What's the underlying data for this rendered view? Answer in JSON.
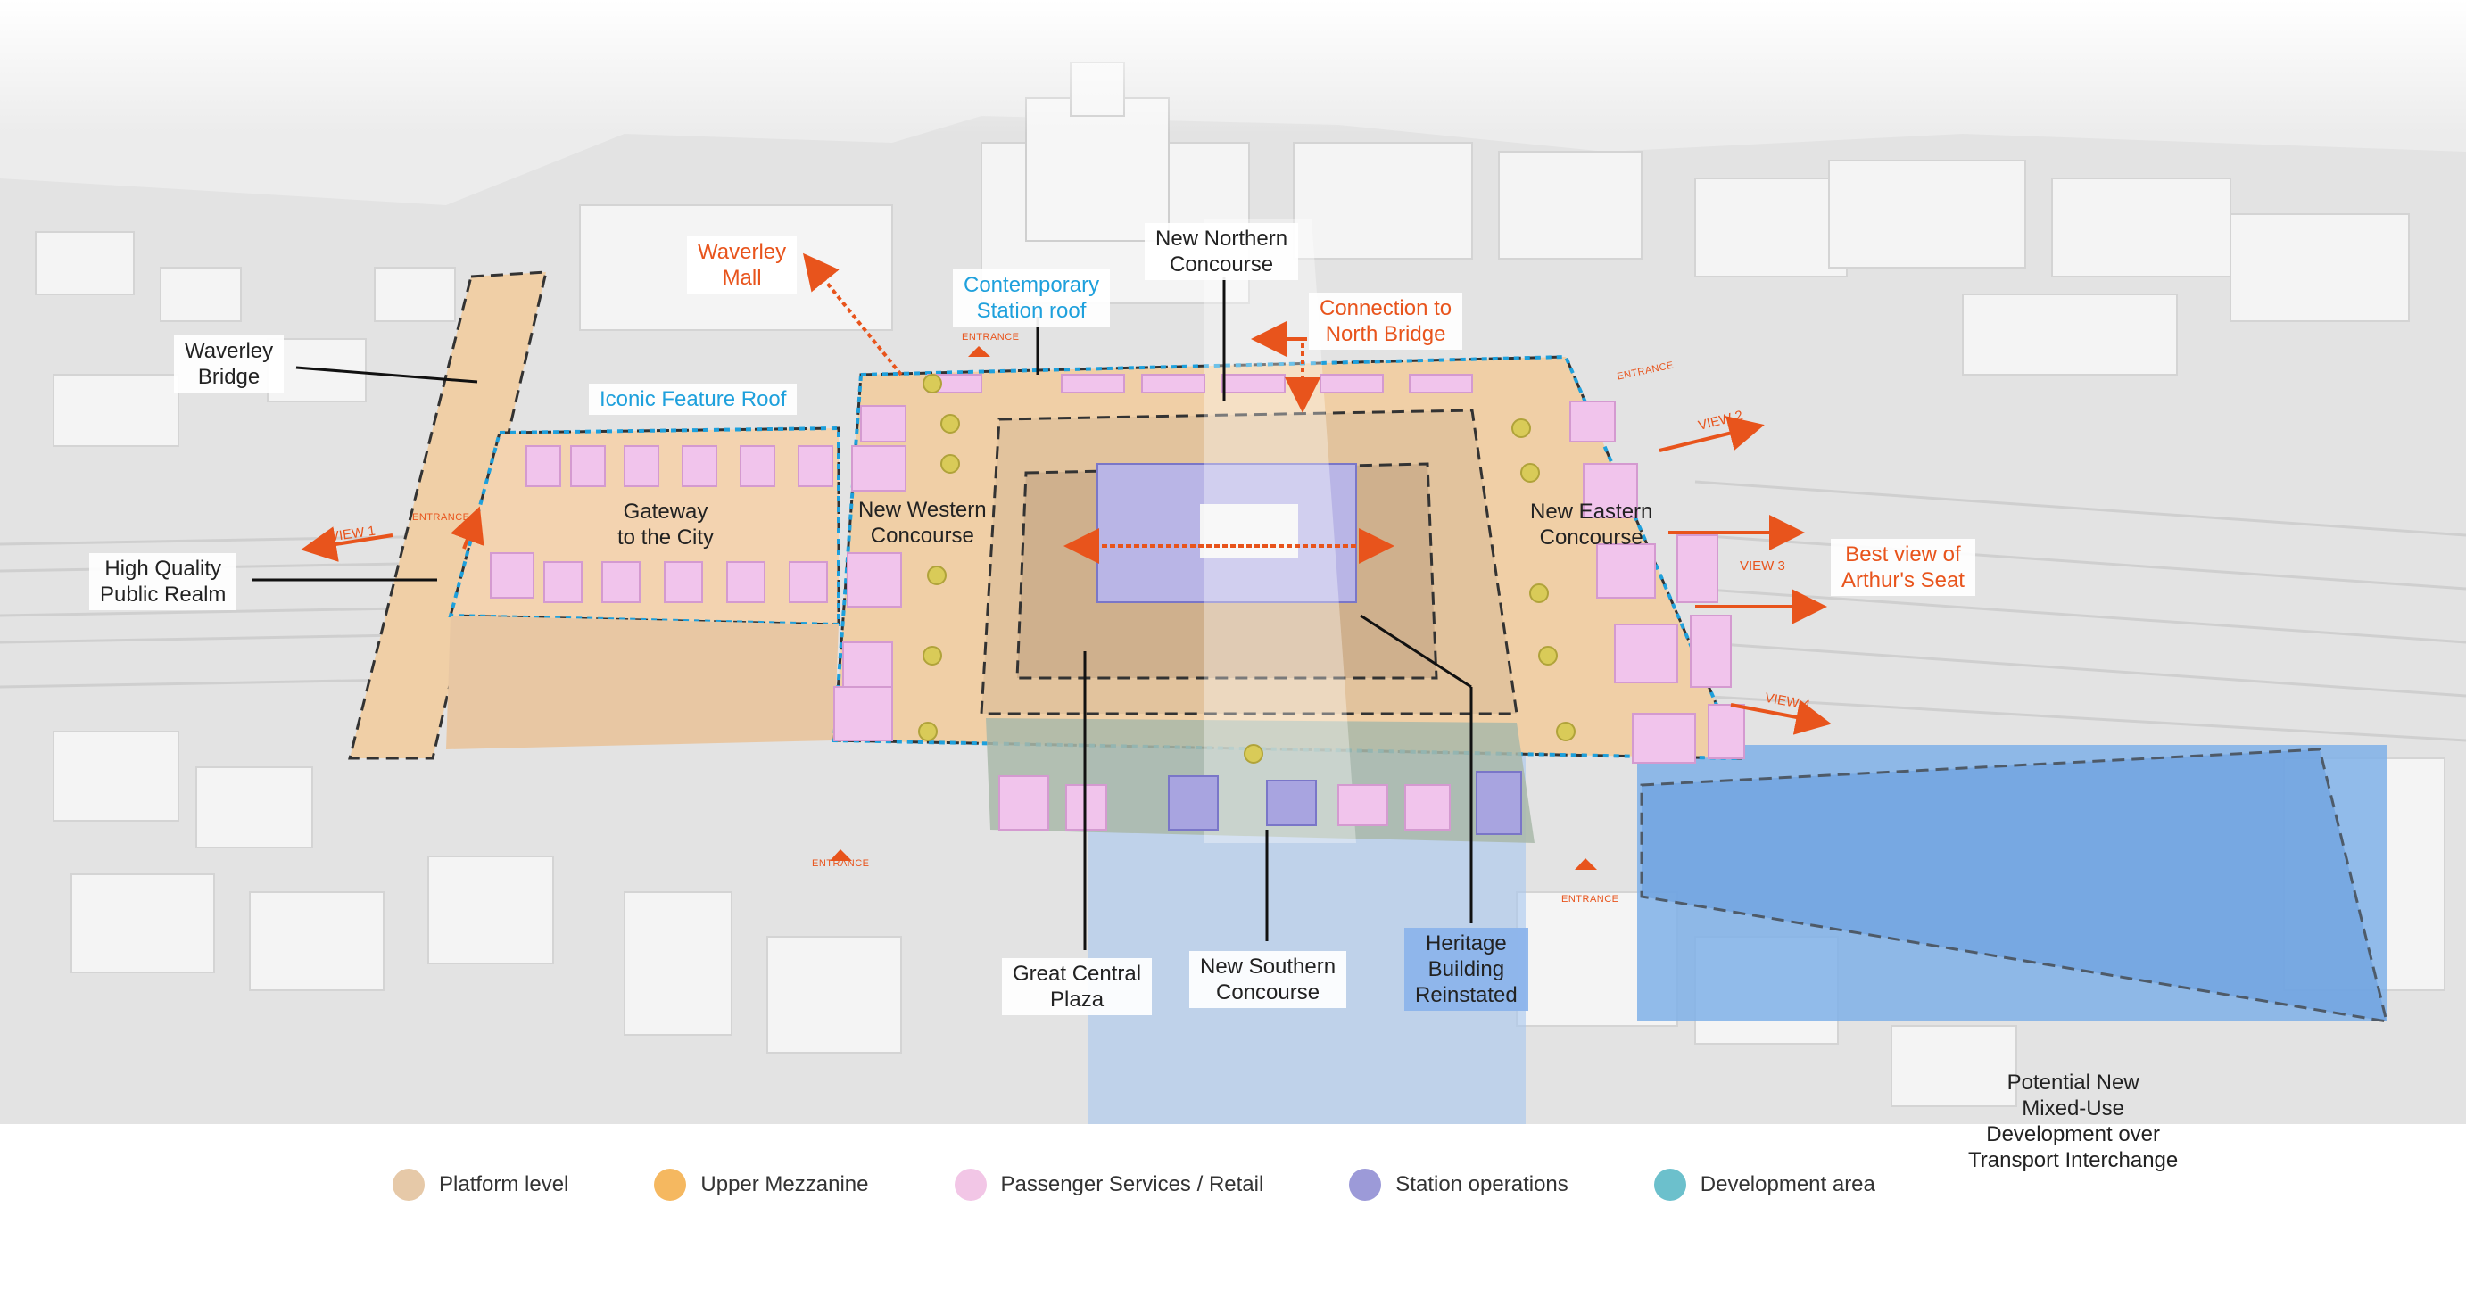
{
  "labels": {
    "waverley_bridge": "Waverley\nBridge",
    "high_quality_public_realm": "High Quality\nPublic Realm",
    "waverley_mall": "Waverley\nMall",
    "contemporary_station_roof": "Contemporary\nStation roof",
    "new_northern_concourse": "New Northern\nConcourse",
    "connection_to_north_bridge": "Connection to\nNorth Bridge",
    "iconic_feature_roof": "Iconic Feature Roof",
    "gateway_to_the_city": "Gateway\nto the City",
    "new_western_concourse": "New Western\nConcourse",
    "new_eastern_concourse": "New Eastern\nConcourse",
    "best_view_of_arthurs_seat": "Best view of\nArthur's Seat",
    "great_central_plaza": "Great Central\nPlaza",
    "new_southern_concourse": "New Southern\nConcourse",
    "heritage_building_reinstated": "Heritage\nBuilding\nReinstated",
    "potential_new_development": "Potential New\nMixed-Use\nDevelopment over\nTransport Interchange"
  },
  "markers": {
    "entrance": "ENTRANCE",
    "view_1": "VIEW 1",
    "view_2": "VIEW 2",
    "view_3": "VIEW 3",
    "view_4": "VIEW 4"
  },
  "legend": [
    {
      "label": "Platform level",
      "color": "#e6c9a8"
    },
    {
      "label": "Upper Mezzanine",
      "color": "#f5b860"
    },
    {
      "label": "Passenger Services / Retail",
      "color": "#f2c6e6"
    },
    {
      "label": "Station operations",
      "color": "#9c9ad8"
    },
    {
      "label": "Development area",
      "color": "#6cc0cc"
    }
  ],
  "colors": {
    "platform": "#f0cfa6",
    "mezzanine": "#f3b96a",
    "retail": "#f1c4ec",
    "operations": "#a8a4e0",
    "development": "#7fb0e8",
    "accent_orange": "#e8541c",
    "accent_blue": "#1ea0dc"
  }
}
